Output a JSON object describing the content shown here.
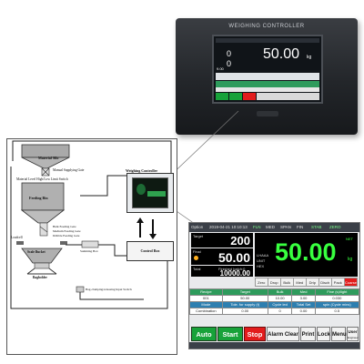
{
  "device": {
    "brand": "WEIGHING CONTROLLER",
    "screen_value": "50.00",
    "screen_unit": "kg",
    "screen_small_top": "0",
    "screen_small_mid": "0",
    "screen_small_left": "9.00"
  },
  "diagram": {
    "material_silo": "Material Silo",
    "manual_supplying_gate": "Manual Supplying Gate",
    "level_switch": "Material Level High/Low Limit Switch",
    "feeding_bin": "Feeding Bin",
    "bulk_gate": "Bulk Feeding Gate",
    "medium_gate": "Medium Feeding Gate",
    "dribble_gate": "Dribble Feeding Gate",
    "loadcell": "Loadcell",
    "bucket": "Scale Bucket",
    "summing_box": "Summing Box",
    "bagholder": "Bagholder",
    "bag_switch": "Bag-clamping/releasing Input Switch",
    "weighing_controller": "Weighing Controller",
    "control_box": "Control Box"
  },
  "panel": {
    "topbar": [
      {
        "label": "Option",
        "on": false
      },
      {
        "label": "2019-04-21 10:10:13",
        "on": false
      },
      {
        "label": "FLN",
        "on": true
      },
      {
        "label": "MED",
        "on": false
      },
      {
        "label": "SPAN",
        "on": false
      },
      {
        "label": "FIN",
        "on": false
      },
      {
        "label": "STAB",
        "on": true
      },
      {
        "label": "ZERO",
        "on": true
      }
    ],
    "target_label": "Target",
    "target_value": "200",
    "final_label": "Final",
    "final_value": "50.00",
    "total_label": "Total",
    "total_sub": "Finished batch:0",
    "total_value": "10000.00",
    "side_info": [
      "LHAAA",
      "UNIT",
      "HEX"
    ],
    "main_value": "50.00",
    "main_unit": "kg",
    "net_label": "NET",
    "keys": [
      "Zero",
      "Drop",
      "Bulk",
      "Med",
      "Drip",
      "Disch",
      "Pack",
      "Coarse"
    ],
    "table": {
      "header1": [
        "Recipe",
        "Target",
        "Bulk",
        "Med",
        "Fine (s)/light"
      ],
      "row1": [
        "001",
        "50.00",
        "10.00",
        "3.00",
        "0.030"
      ],
      "header2": [
        "Mode",
        "Tole. for supply (t)",
        "Cycle led",
        "Total Set",
        "spin (Cycle mins)"
      ],
      "row2": [
        "Combination",
        "0.00",
        "0",
        "0.00",
        "0.5"
      ]
    },
    "buttons": {
      "auto": "Auto",
      "start": "Start",
      "stop": "Stop",
      "alarm_clear": "Alarm Clear",
      "print": "Print",
      "lock": "Lock",
      "menu": "Menu",
      "user": "User",
      "user_sub": "Engineer"
    }
  }
}
